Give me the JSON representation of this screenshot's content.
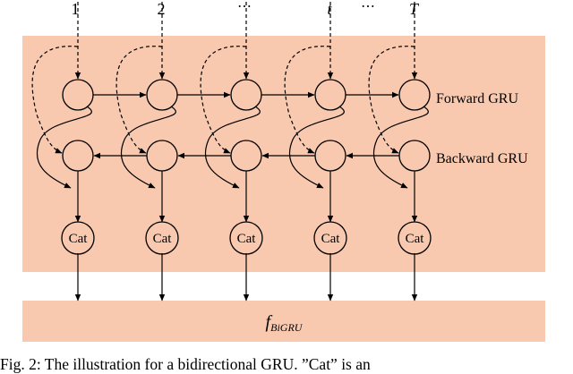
{
  "inputs": [
    "1",
    "2",
    "⋯",
    "t",
    "⋯",
    "T"
  ],
  "layers": {
    "forward": "Forward GRU",
    "backward": "Backward GRU"
  },
  "concat_label": "Cat",
  "output_label": {
    "main": "f",
    "sub": "BiGRU"
  },
  "caption": "Fig. 2: The illustration for a bidirectional GRU. ”Cat” is an",
  "colors": {
    "panel": "#F8C9AF",
    "stroke": "#000000"
  }
}
